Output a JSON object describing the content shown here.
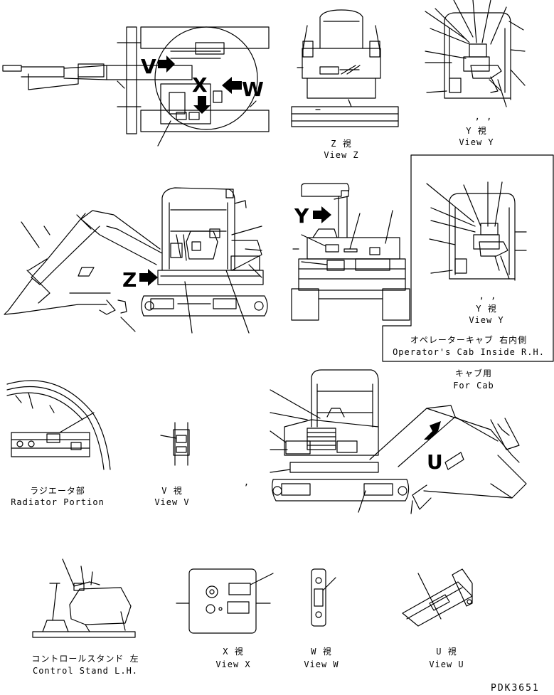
{
  "view_letters": {
    "v": "V",
    "x": "X",
    "w": "W",
    "z": "Z",
    "y": "Y",
    "u": "U"
  },
  "captions": {
    "view_z_jp": "Z  視",
    "view_z_en": "View Z",
    "view_y_top_marks": ",   ,",
    "view_y_top_jp": "Y  視",
    "view_y_top_en": "View Y",
    "view_y_mid_marks": ",   ,",
    "view_y_mid_jp": "Y  視",
    "view_y_mid_en": "View Y",
    "cab_inside_jp": "オペレーターキャブ 右内側",
    "cab_inside_en": "Operator's Cab Inside R.H.",
    "for_cab_jp": "キャブ用",
    "for_cab_en": "For Cab",
    "radiator_jp": "ラジエータ部",
    "radiator_en": "Radiator Portion",
    "view_v_jp": "V  視",
    "view_v_en": "View V",
    "comma_mark": ",",
    "control_stand_jp": "コントロールスタンド 左",
    "control_stand_en": "Control Stand L.H.",
    "view_x_jp": "X  視",
    "view_x_en": "View X",
    "view_w_jp": "W  視",
    "view_w_en": "View W",
    "view_u_jp": "U  視",
    "view_u_en": "View U"
  },
  "drawing_code": "PDK3651"
}
